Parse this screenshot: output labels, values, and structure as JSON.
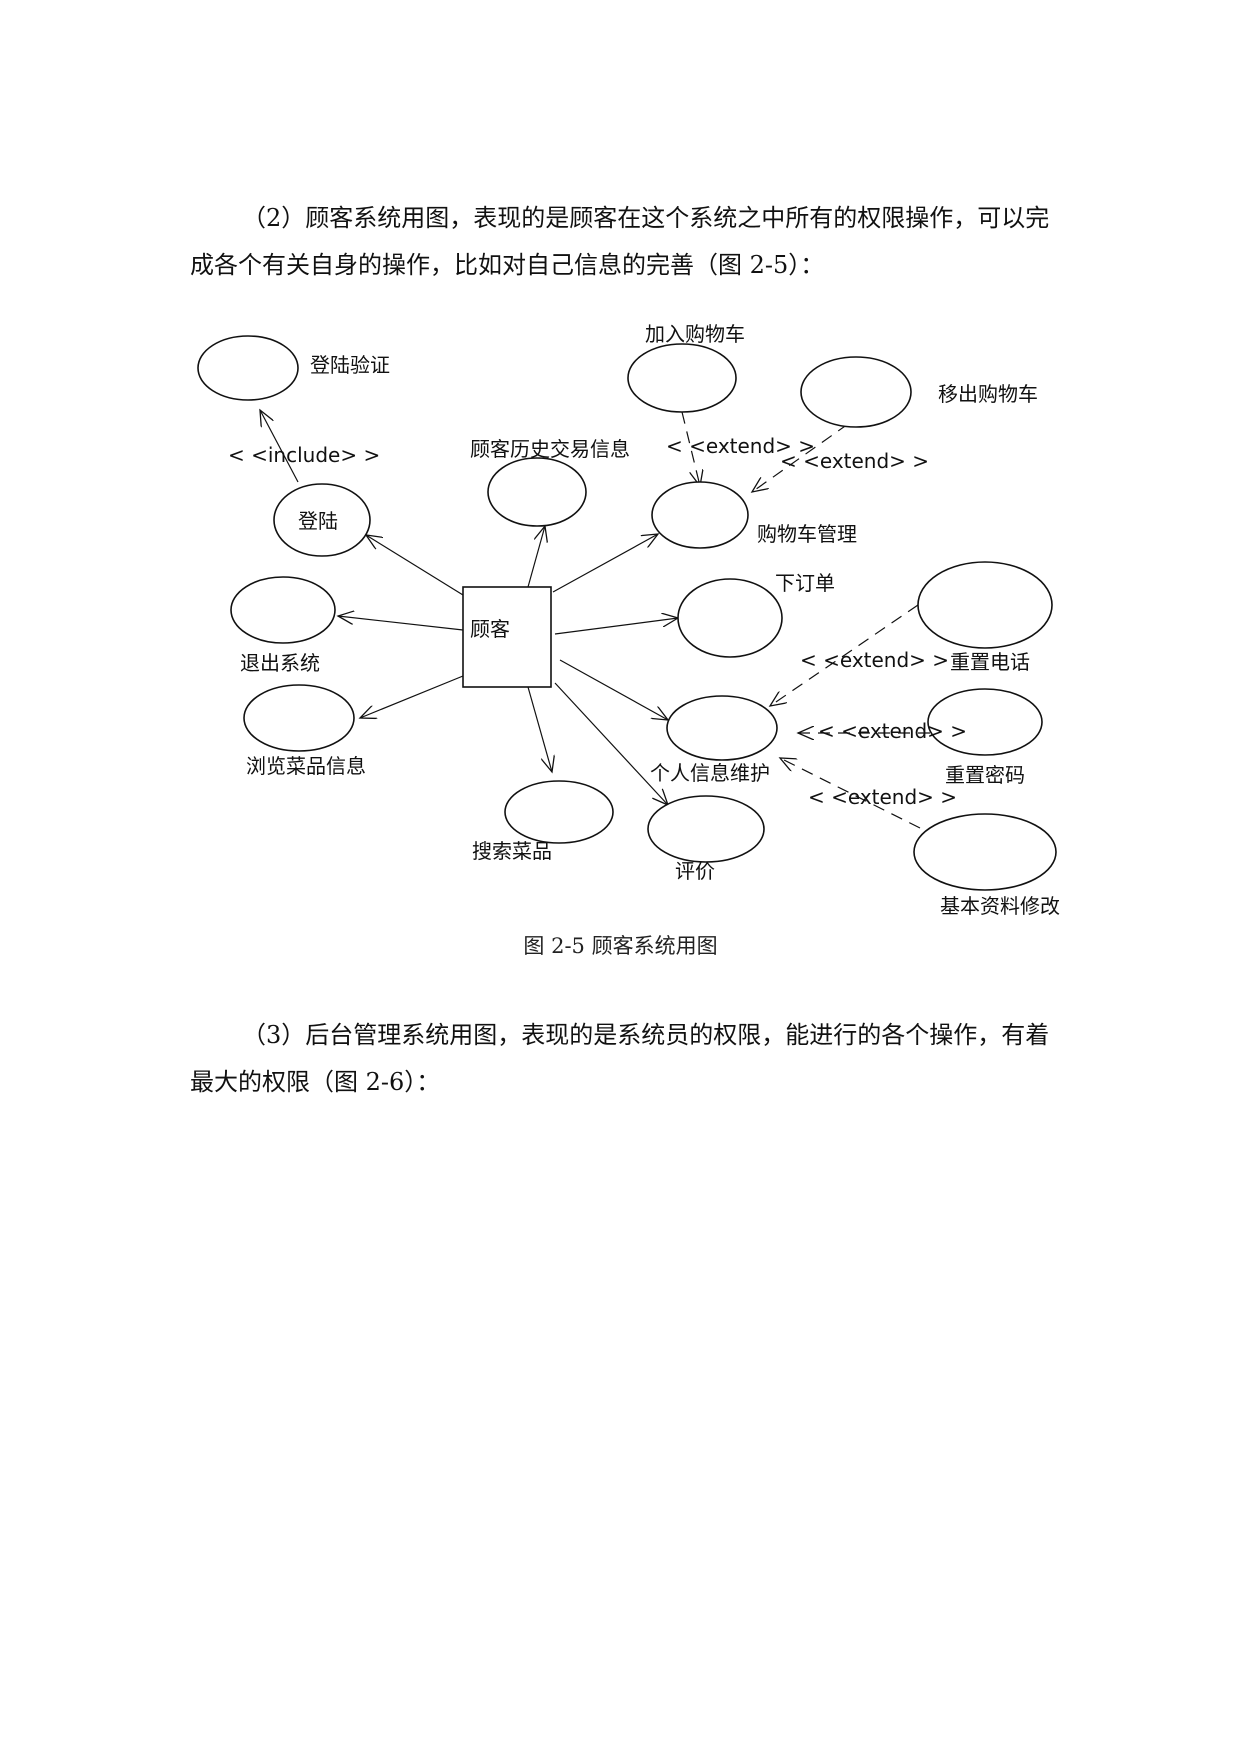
{
  "paragraphs": {
    "p1": "（2）顾客系统用图，表现的是顾客在这个系统之中所有的权限操作，可以完成各个有关自身的操作，比如对自己信息的完善（图 2-5）：",
    "p2": "（3）后台管理系统用图，表现的是系统员的权限，能进行的各个操作，有着最大的权限（图 2-6）："
  },
  "figure": {
    "caption": "图 2-5    顾客系统用图",
    "actor": "顾客",
    "use_cases": {
      "login_verify": "登陆验证",
      "login": "登陆",
      "exit_system": "退出系统",
      "browse_dishes": "浏览菜品信息",
      "search_dishes": "搜索菜品",
      "history": "顾客历史交易信息",
      "add_cart": "加入购物车",
      "remove_cart": "移出购物车",
      "cart_manage": "购物车管理",
      "place_order": "下订单",
      "personal_info": "个人信息维护",
      "review": "评价",
      "reset_phone": "重置电话",
      "reset_password": "重置密码",
      "basic_info": "基本资料修改"
    },
    "stereotypes": {
      "include": "< <include> >",
      "extend_add": "< <extend> >",
      "extend_remove": "< <extend> >",
      "extend_phone": "< <extend> >",
      "extend_password": "< <extend> >",
      "extend_basic": "< <extend> >"
    }
  }
}
